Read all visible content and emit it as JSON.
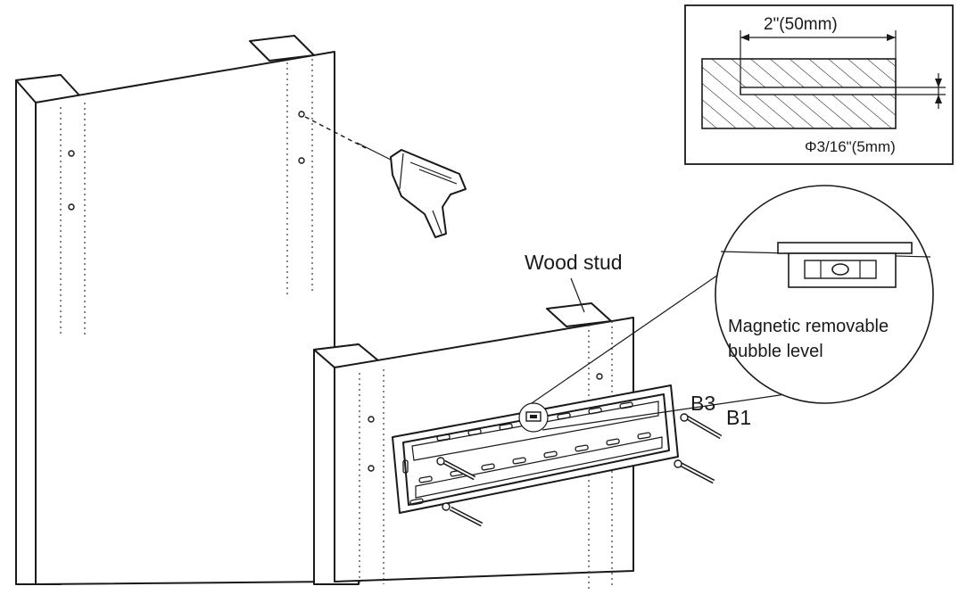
{
  "labels": {
    "wood_stud": "Wood stud",
    "bubble_level_line1": "Magnetic removable",
    "bubble_level_line2": "bubble level",
    "screw_b3": "B3",
    "screw_b1": "B1",
    "depth": "2\"(50mm)",
    "diameter": "Φ3/16\"(5mm)"
  },
  "colors": {
    "ink": "#1a1a1a",
    "paper": "#ffffff"
  },
  "icons": [
    "drill-icon",
    "bubble-level-icon",
    "screw-icon",
    "washer-icon"
  ]
}
